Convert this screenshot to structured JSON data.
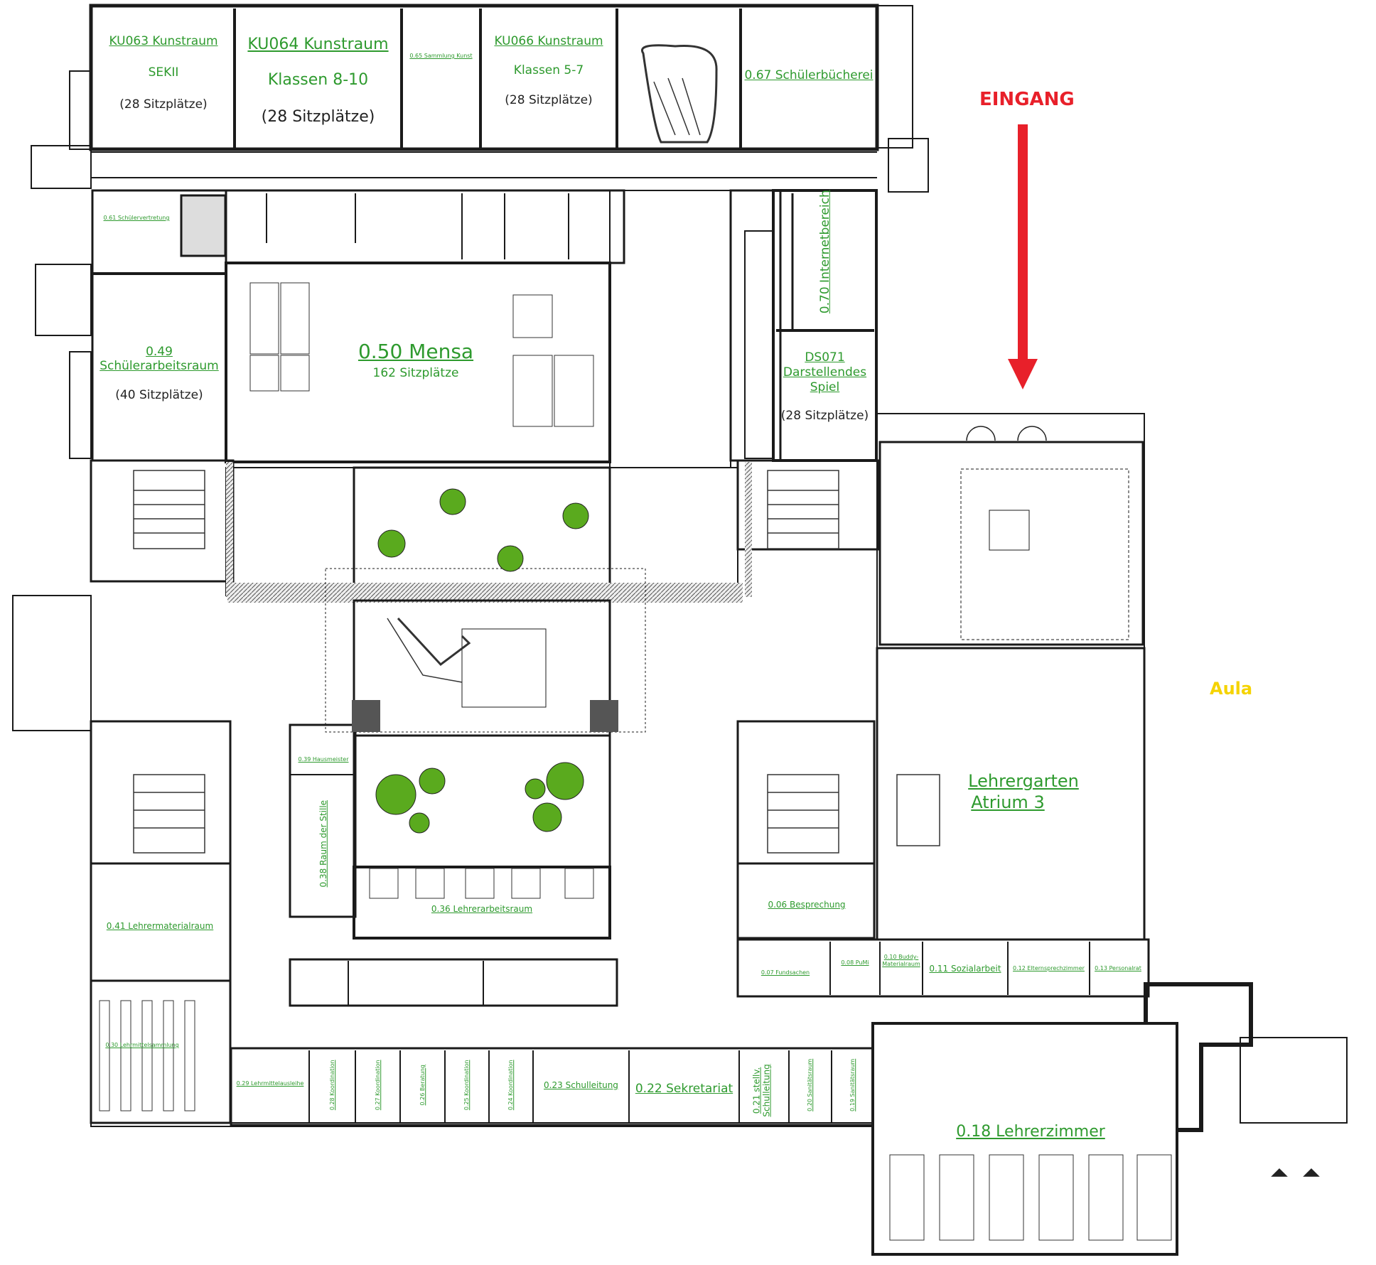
{
  "rooms": {
    "ku063": {
      "name": "KU063 Kunstraum",
      "line2": "SEKII",
      "seats": "(28 Sitzplätze)"
    },
    "ku064": {
      "name": "KU064 Kunstraum",
      "line2": "Klassen 8-10",
      "seats": "(28 Sitzplätze)"
    },
    "r065": "0.65 Sammlung Kunst",
    "ku066": {
      "name": "KU066 Kunstraum",
      "line2": "Klassen 5-7",
      "seats": "(28 Sitzplätze)"
    },
    "r067": "0.67 Schülerbücherei",
    "r061": "0.61 Schülervertretung",
    "r049": {
      "number": "0.49",
      "name": "Schülerarbeitsraum",
      "seats": "(40 Sitzplätze)"
    },
    "mensa": {
      "name": "0.50 Mensa",
      "seats": "162 Sitzplätze"
    },
    "r070": "0.70 Internetbereich",
    "ds071": {
      "line1": "DS071",
      "line2": "Darstellendes",
      "line3": "Spiel",
      "seats": "(28 Sitzplätze)"
    },
    "r039": "0.39 Hausmeister",
    "r038": "0.38 Raum der Stille",
    "r036": "0.36 Lehrerarbeitsraum",
    "r041": "0.41 Lehrermaterialraum",
    "r030": "0.30 Lehrmittelsammlung",
    "r029": "0.29 Lehrmittelausleihe",
    "r028": "0.28 Koordination",
    "r027": "0.27 Koordination",
    "r026": "0.26 Beratung",
    "r025": "0.25 Koordination",
    "r024": "0.24 Koordination",
    "r023": "0.23 Schulleitung",
    "r022": "0.22 Sekretariat",
    "r021": "0.21 stellv. Schulleitung",
    "r020": "0.20 Sanitätsraum",
    "r019": "0.19 Sanitätsraum",
    "r018": "0.18 Lehrerzimmer",
    "r006": "0.06 Besprechung",
    "r007": "0.07 Fundsachen",
    "r008": "0.08 PuMi",
    "r010": "0.10 Buddy-Materialraum",
    "r011": "0.11 Sozialarbeit",
    "r012": "0.12 Elternsprechzimmer",
    "r013": "0.13 Personalrat",
    "atrium3": {
      "line1": "Lehrergarten",
      "line2": "Atrium 3"
    }
  },
  "markers": {
    "eingang": "EINGANG",
    "aula": "Aula"
  },
  "colors": {
    "room_label": "#2e9a2e",
    "walls": "#1a1a1a",
    "tree": "#5aaa1e",
    "entrance_arrow": "#e8202a",
    "aula_label": "#f5d300"
  }
}
